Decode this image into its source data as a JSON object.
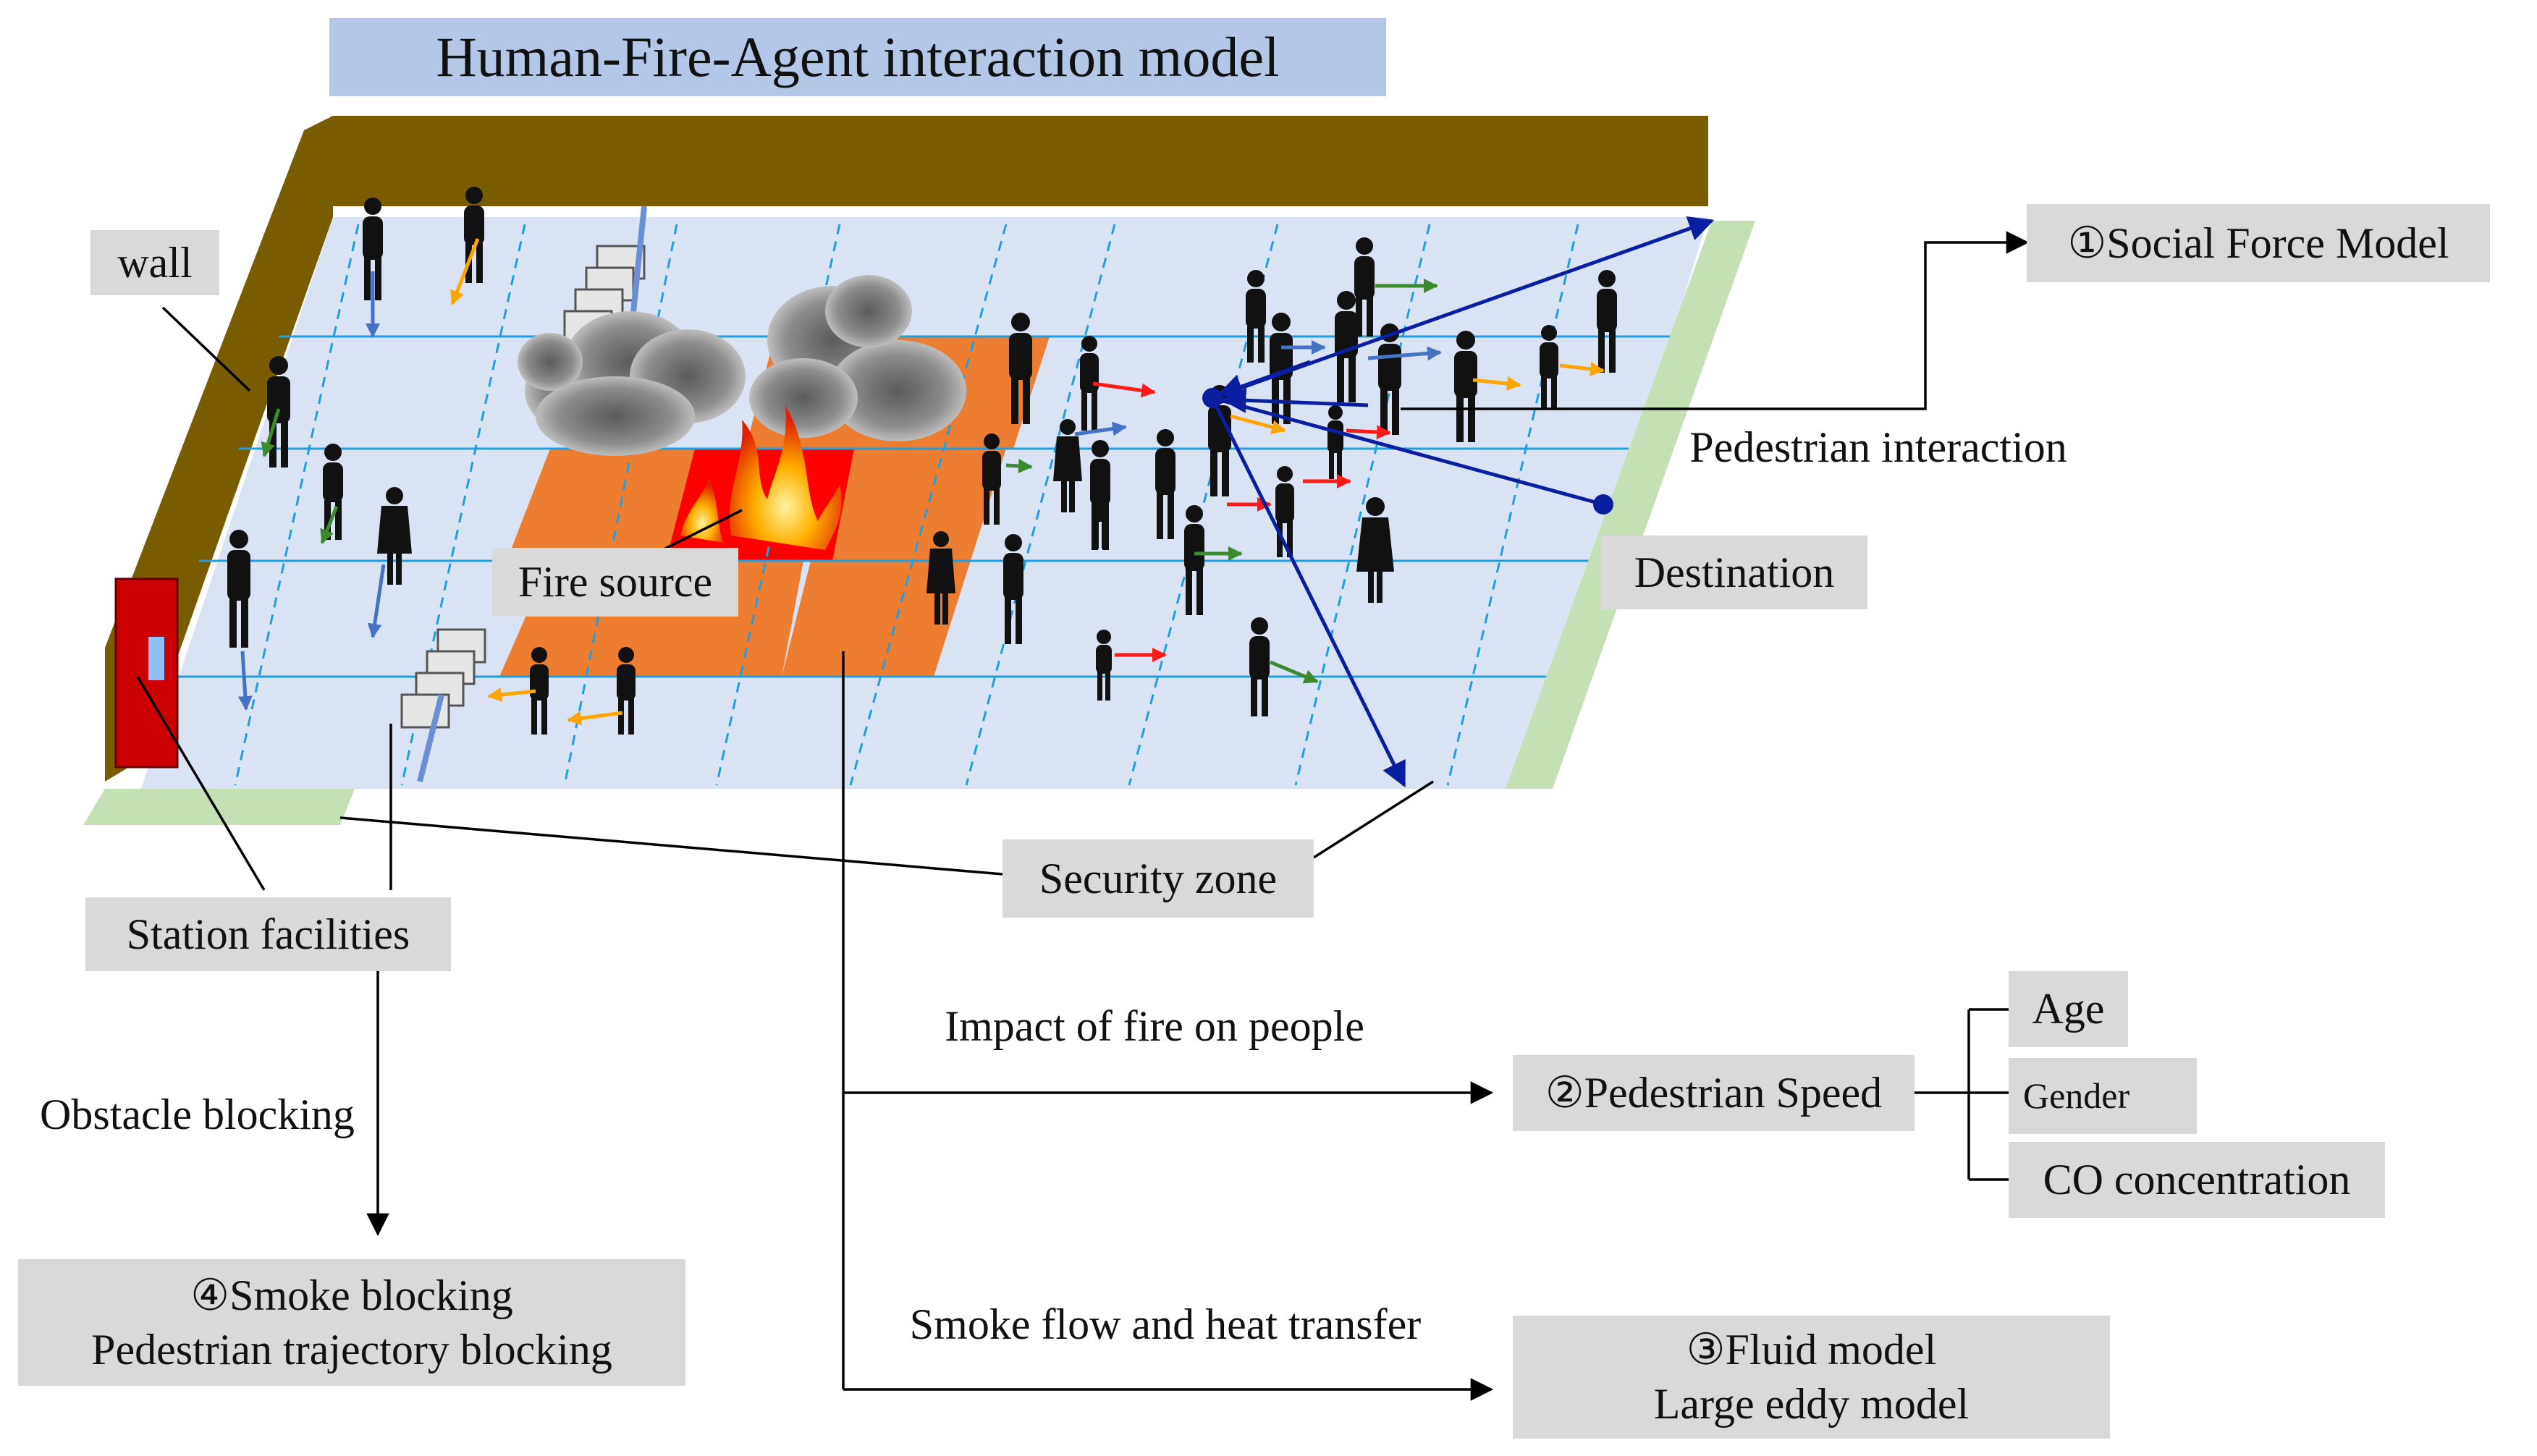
{
  "title": "Human-Fire-Agent interaction model",
  "labels": {
    "wall": "wall",
    "fire_source": "Fire source",
    "destination": "Destination",
    "security_zone": "Security zone",
    "station_facilities": "Station facilities",
    "pedestrian_interaction": "Pedestrian interaction",
    "impact_of_fire": "Impact of fire on people",
    "smoke_flow": "Smoke flow and heat transfer",
    "obstacle_blocking": "Obstacle blocking"
  },
  "models": {
    "social_force": "①Social Force Model",
    "pedestrian_speed": "②Pedestrian Speed",
    "fluid_model": "③Fluid model",
    "large_eddy": "Large eddy model",
    "smoke_blocking": "④Smoke blocking",
    "trajectory_blocking": "Pedestrian trajectory blocking"
  },
  "speed_factors": [
    "Age",
    "Gender",
    "CO concentration"
  ],
  "colors": {
    "title_bg": "#b4c7e7",
    "label_bg": "#d9d9d9",
    "floor": "#dae3f3",
    "grid_line": "#1f9fe0",
    "wall": "#7a5c00",
    "security_zone": "#c5e0b4",
    "fire_zone": "#ed7d31",
    "fire_core": "#ff0000",
    "interaction_arrow": "#0a1fa0",
    "pedestrian": "#111111",
    "arrow_red": "#ff1a1a",
    "arrow_orange": "#ffa500",
    "arrow_green": "#3c8a2e",
    "arrow_blue": "#4472c4"
  }
}
